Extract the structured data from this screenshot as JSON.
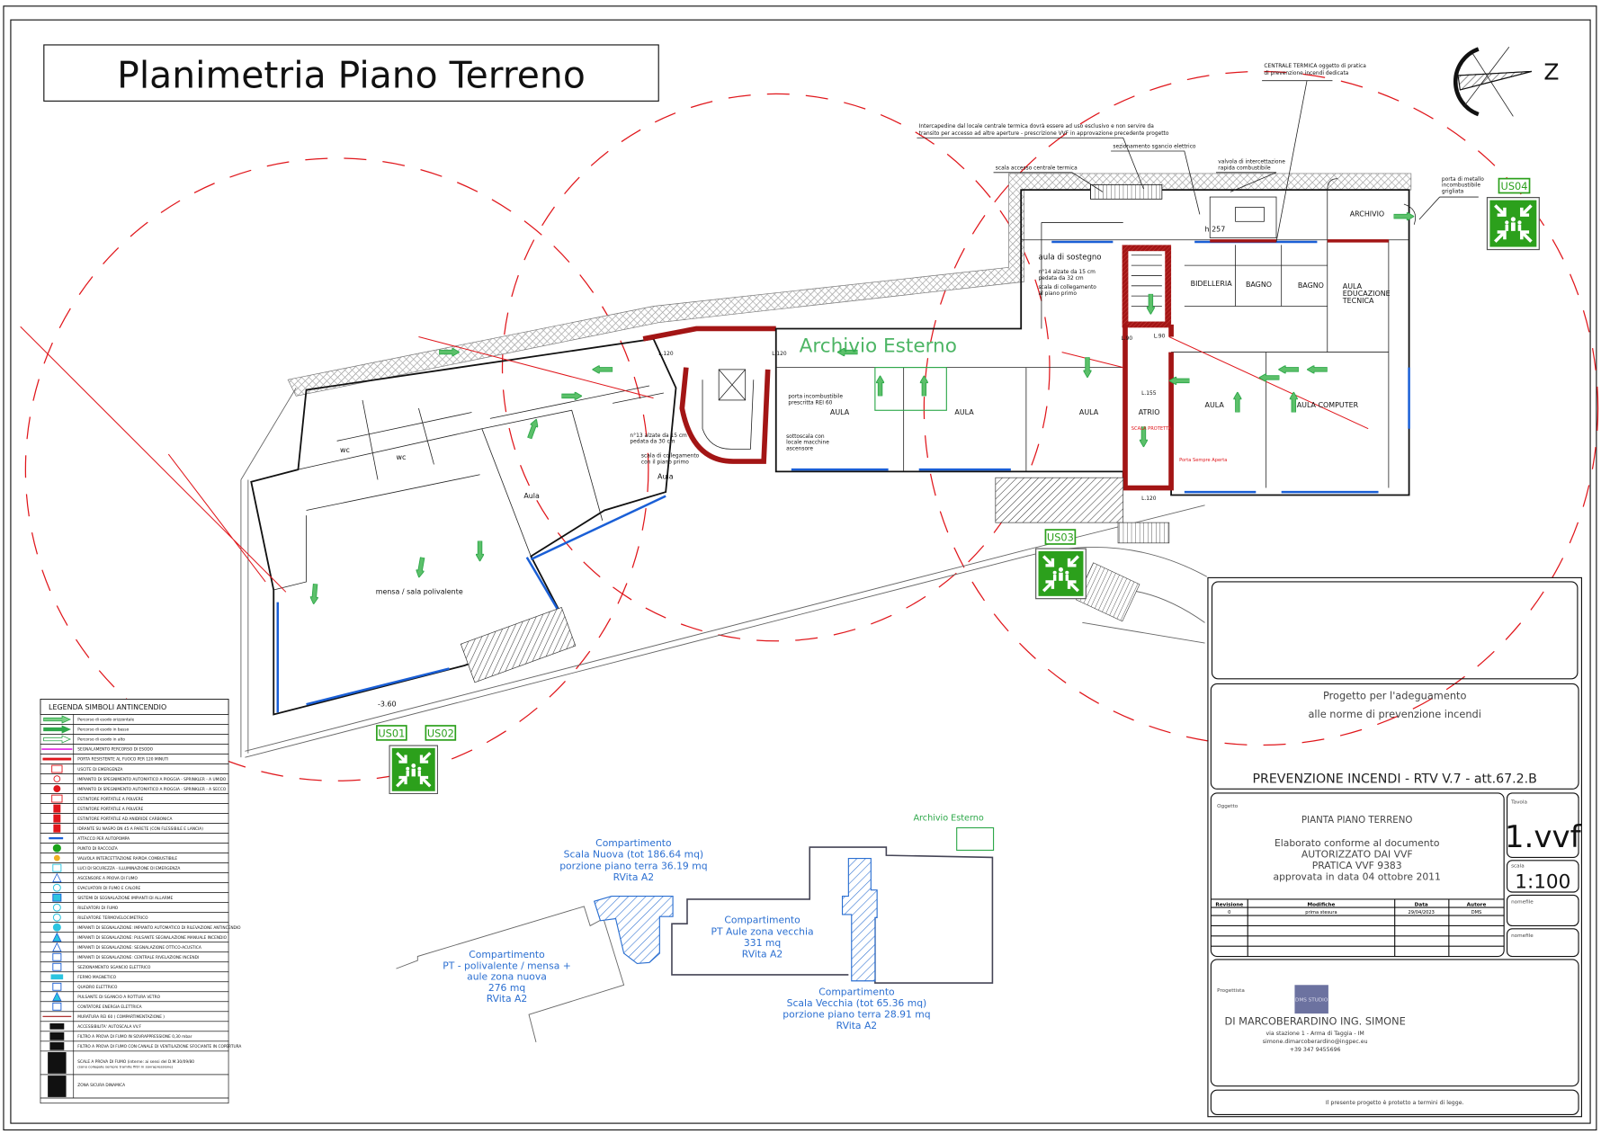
{
  "sheet": {
    "title": "Planimetria Piano Terreno",
    "north_label": "Z"
  },
  "plan": {
    "rooms": {
      "aula_sostegno": "aula di sostegno",
      "sostegno_note_1": "n°14 alzate da 15 cm",
      "sostegno_note_2": "pedata da 32 cm",
      "sostegno_note_3": "scala di collegamento",
      "sostegno_note_4": "al piano primo",
      "bidelleria": "BIDELLERIA",
      "bagno_1": "BAGNO",
      "bagno_2": "BAGNO",
      "aula_ed_tec_1": "AULA",
      "aula_ed_tec_2": "EDUCAZIONE",
      "aula_ed_tec_3": "TECNICA",
      "archivio": "ARCHIVIO",
      "aula_1": "AULA",
      "aula_2": "AULA",
      "aula_3": "AULA",
      "atrio": "ATRIO",
      "scala_protetta": "SCALA PROTETTA",
      "aula_4": "AULA",
      "aula_computer": "AULA COMPUTER",
      "porta_sempre_aperta": "Porta Sempre Aperta",
      "archivio_esterno": "Archivio Esterno",
      "porta_rei_1": "porta incombustibile",
      "porta_rei_2": "prescritta REI 60",
      "sottoscala_1": "sottoscala con",
      "sottoscala_2": "locale macchine",
      "sottoscala_3": "ascensore",
      "scala_nuova_1": "n°13 alzate da 15 cm",
      "scala_nuova_2": "pedata da 30 cm",
      "scala_nuova_3": "scala di collegamento",
      "scala_nuova_4": "con il piano primo",
      "aula_under_stair": "Aula",
      "aula_wing": "Aula",
      "mensa": "mensa / sala polivalente",
      "wc_1": "wc",
      "wc_2": "wc",
      "level": "-3.60",
      "h257": "h 257"
    },
    "doors": [
      "L.120",
      "L.120",
      "L.90",
      "L.90",
      "L.155",
      "L.120"
    ],
    "annotations": {
      "centrale_1": "CENTRALE TERMICA oggetto di pratica",
      "centrale_2": "di prevenzione incendi dedicata",
      "intercapedine_1": "Intercapedine dal locale centrale termica dovrà essere ad uso esclusivo e non servire da",
      "intercapedine_2": "transito per accesso ad altre aperture - prescrizione VVF in approvazione precedente progetto",
      "sezionamento": "sezionamento sgancio elettrico",
      "scala_accesso": "scala accesso centrale termica",
      "valvola_1": "valvola di intercettazione",
      "valvola_2": "rapida combustibile",
      "porta_metallo_1": "porta di metallo",
      "porta_metallo_2": "incombustibile",
      "porta_metallo_3": "grigliata"
    },
    "assembly_points": [
      "US01",
      "US02",
      "US03",
      "US04"
    ]
  },
  "compartments": {
    "scala_nuova": [
      "Compartimento",
      "Scala Nuova (tot 186.64 mq)",
      "porzione piano terra 36.19 mq",
      "RVita A2"
    ],
    "polivalente": [
      "Compartimento",
      "PT - polivalente / mensa +",
      "aule zona nuova",
      "276 mq",
      "RVita A2"
    ],
    "aule_vecchia": [
      "Compartimento",
      "PT Aule zona vecchia",
      "331 mq",
      "RVita A2"
    ],
    "scala_vecchia": [
      "Compartimento",
      "Scala Vecchia (tot 65.36 mq)",
      "porzione piano terra 28.91 mq",
      "RVita A2"
    ],
    "archivio_esterno": "Archivio Esterno"
  },
  "legend": {
    "title": "LEGENDA SIMBOLI ANTINCENDIO",
    "items": [
      {
        "label": "Percorso di esodo orizzontale",
        "icon": "arrow-hatched"
      },
      {
        "label": "Percorso di esodo in basso",
        "icon": "arrow-solid"
      },
      {
        "label": "Percorso di esodo in alto",
        "icon": "arrow-outline"
      },
      {
        "label": "SEGNALAMENTO PERCORSO DI ESODO",
        "icon": "magenta-line"
      },
      {
        "label": "PORTA RESISTENTE AL FUOCO PER 120 MINUTI",
        "icon": "fire-door"
      },
      {
        "label": "USCITE DI EMERGENZA",
        "icon": "us-box"
      },
      {
        "label": "IMPIANTO DI SPEGNIMENTO AUTOMATICO A PIOGGIA - SPRINKLER - A UMIDO",
        "icon": "sprinkler-wet"
      },
      {
        "label": "IMPIANTO DI SPEGNIMENTO AUTOMATICO A PIOGGIA - SPRINKLER - A SECCO",
        "icon": "red-dot"
      },
      {
        "label": "ESTINTORE PORTATILE A POLVERE",
        "icon": "extinguisher-e"
      },
      {
        "label": "ESTINTORE PORTATILE A POLVERE",
        "icon": "extinguisher-red"
      },
      {
        "label": "ESTINTORE PORTATILE AD ANIDRIDE CARBONICA",
        "icon": "extinguisher-co2"
      },
      {
        "label": "IDRANTE SU NASPO DN 45 A PARETE (CON FLESSIBILE E LANCIA)",
        "icon": "hydrant"
      },
      {
        "label": "ATTACCO PER AUTOPOMPA",
        "icon": "blue-arrow"
      },
      {
        "label": "PUNTO DI RACCOLTA",
        "icon": "green-dot"
      },
      {
        "label": "VALVOLA INTERCETTAZIONE RAPIDA COMBUSTIBILE",
        "icon": "valve"
      },
      {
        "label": "LUCI DI SICUREZZA - ILLUMINAZIONE DI EMERGENZA",
        "icon": "emergency-light"
      },
      {
        "label": "ASCENSORE A PROVA DI FUMO",
        "icon": "lift"
      },
      {
        "label": "EVACUATORI DI FUMO E CALORE",
        "icon": "smoke-vent"
      },
      {
        "label": "SISTEMI DI SEGNALAZIONE IMPIANTI DI ALLARME",
        "icon": "alarm"
      },
      {
        "label": "RILEVATORI DI FUMO",
        "icon": "smoke-detector"
      },
      {
        "label": "RILEVATORE TERMOVELOCIMETRICO",
        "icon": "heat-detector"
      },
      {
        "label": "IMPIANTI DI SEGNALAZIONE: IMPIANTO AUTOMATICO DI RILEVAZIONE ANTINCENDIO",
        "icon": "auto-detection"
      },
      {
        "label": "IMPIANTI DI SEGNALAZIONE: PULSANTE SEGNALAZIONE MANUALE INCENDIO",
        "icon": "manual-call"
      },
      {
        "label": "IMPIANTI DI SEGNALAZIONE: SEGNALAZIONE OTTICO-ACUSTICA",
        "icon": "siren"
      },
      {
        "label": "IMPIANTI DI SEGNALAZIONE: CENTRALE RIVELAZIONE INCENDI",
        "icon": "control-panel"
      },
      {
        "label": "SEZIONAMENTO SGANCIO ELETTRICO",
        "icon": "disconnect"
      },
      {
        "label": "FERMO MAGNETICO",
        "icon": "magnet"
      },
      {
        "label": "QUADRO ELETTRICO",
        "icon": "panel"
      },
      {
        "label": "PULSANTE DI SGANCIO A ROTTURA VETRO",
        "icon": "break-glass"
      },
      {
        "label": "CONTATORE ENERGIA ELETTRICA",
        "icon": "meter"
      },
      {
        "label": "MURATURA REI 60 ( COMPARTIMENTAZIONE )",
        "icon": "red-line"
      },
      {
        "label": "ACCESSIBILITA' AUTOSCALA VV.F",
        "icon": "truck"
      },
      {
        "label": "FILTRO A PROVA DI FUMO IN SOVRAPPRESSIONE 0,30 mbar",
        "icon": "filter-grid"
      },
      {
        "label": "FILTRO A PROVA DI FUMO CON CANALE DI VENTILAZIONE SFOCIANTE IN COPERTURA",
        "icon": "filter-grid"
      }
    ],
    "tall_items": [
      {
        "label": "SCALE A PROVA DI FUMO (interne: ai sensi del D.M.30/09/80",
        "label2": "(sono collegate sempre tramite filtri in sovrapressione)",
        "icon": "stair-hatch"
      },
      {
        "label": "ZONA SICURA DINAMICA",
        "label2": "",
        "icon": "safe-zone"
      }
    ]
  },
  "title_block": {
    "project_1": "Progetto per l'adeguamento",
    "project_2": "alle norme di prevenzione incendi",
    "project_code": "PREVENZIONE INCENDI - RTV V.7 - att.67.2.B",
    "oggetto_label": "Oggetto",
    "oggetto": "PIANTA PIANO TERRENO",
    "approval": [
      "Elaborato conforme al documento",
      "AUTORIZZATO DAI VVF",
      "PRATICA VVF 9383",
      "approvata in data 04 ottobre 2011"
    ],
    "tavola_label": "Tavola",
    "tavola": "1.vvf",
    "scala_label": "scala",
    "scala": "1:100",
    "nomefile_label": "nomefile",
    "nomefile_label_2": "nomefile",
    "revisions": {
      "headers": [
        "Revisione",
        "Modifiche",
        "Data",
        "Autore"
      ],
      "rows": [
        [
          "0",
          "prima stesura",
          "29/04/2023",
          "DMS"
        ]
      ]
    },
    "progettista_label": "Progettista",
    "logo_text": "DMS STUDIO",
    "designer": "DI MARCOBERARDINO ING. SIMONE",
    "address": "via stazione 1 - Arma di Taggia - IM",
    "email": "simone.dimarcoberardino@ingpec.eu",
    "phone": "+39 347 9455696",
    "footer": "Il presente progetto è protetto a termini di legge."
  },
  "colors": {
    "fire_wall": "#a31515",
    "escape_green": "#2ea84a",
    "window_blue": "#1a5fd6",
    "compartment_blue": "#2b6fd1",
    "safety_cyan": "#2bc4e0",
    "radius_red": "#e0161b"
  }
}
